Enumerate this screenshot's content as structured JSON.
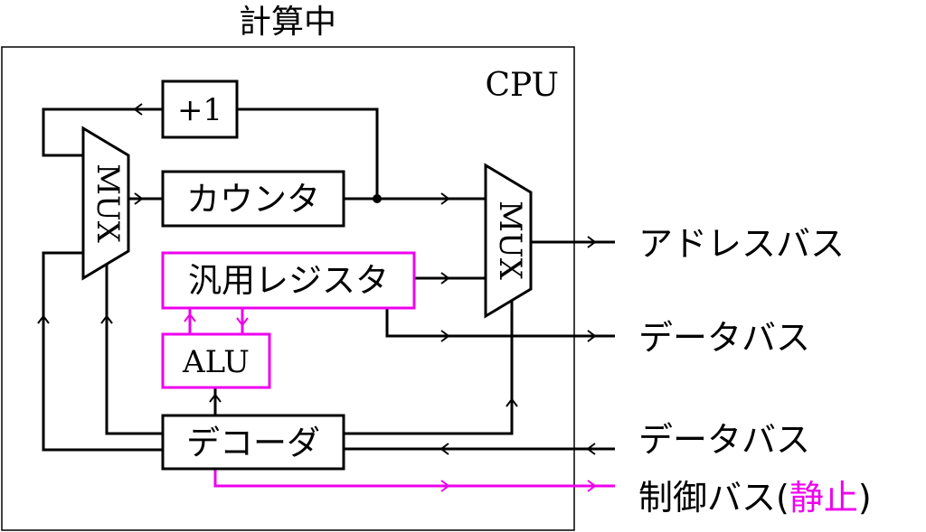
{
  "title": "計算中",
  "cpu_label": "CPU",
  "blocks": {
    "increment": "+1",
    "counter": "カウンタ",
    "register": "汎用レジスタ",
    "alu": "ALU",
    "decoder": "デコーダ",
    "mux_left": "MUX",
    "mux_right": "MUX"
  },
  "buses": {
    "address": "アドレスバス",
    "data_out": "データバス",
    "data_in": "データバス",
    "control_main": "制御バス(",
    "control_state": "静止",
    "control_close": ")"
  },
  "colors": {
    "line": "#000000",
    "highlight": "#ee00ee"
  }
}
